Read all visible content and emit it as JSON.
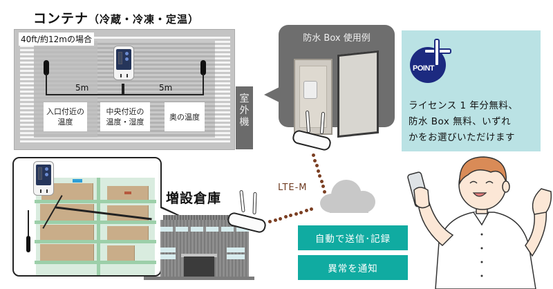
{
  "container": {
    "title": "コンテナ",
    "title_sub": "（冷蔵・冷凍・定温）",
    "size_label": "40ft/約12mの場合",
    "cable_left_length": "5m",
    "cable_right_length": "5m",
    "locations": [
      {
        "line1": "入口付近の",
        "line2": "温度"
      },
      {
        "line1": "中央付近の",
        "line2": "温度・湿度"
      },
      {
        "line1": "奥の温度",
        "line2": ""
      }
    ],
    "outdoor_unit": [
      "室",
      "外",
      "機"
    ]
  },
  "waterproof_box": {
    "title": "防水 Box 使用例"
  },
  "point": {
    "badge_label": "POINT",
    "lines": [
      "ライセンス 1 年分無料、",
      "防水 Box 無料、いずれ",
      "かをお選びいただけます"
    ]
  },
  "warehouse": {
    "title": "増設倉庫"
  },
  "network": {
    "label": "LTE-M"
  },
  "actions": [
    {
      "label": "自動で送信･記録"
    },
    {
      "label": "異常を通知"
    }
  ],
  "colors": {
    "teal": "#10aba1",
    "point_navy": "#1c2a80",
    "point_bg": "#bae2e4",
    "lte_brown": "#7b3f23"
  }
}
